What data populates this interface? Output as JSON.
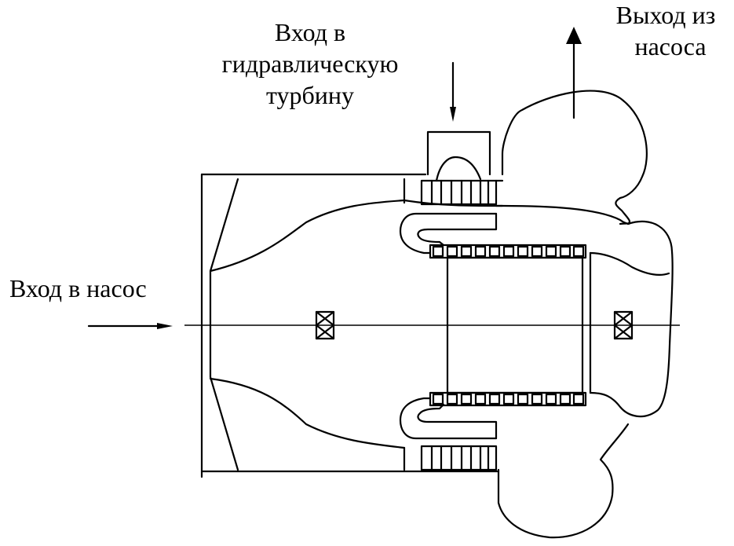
{
  "labels": {
    "turbine_inlet_line1": "Вход в",
    "turbine_inlet_line2": "гидравлическую",
    "turbine_inlet_line3": "турбину",
    "pump_outlet_line1": "Выход из",
    "pump_outlet_line2": "насоса",
    "pump_inlet": "Вход в насос"
  },
  "colors": {
    "line": "#000000",
    "background": "#ffffff"
  }
}
